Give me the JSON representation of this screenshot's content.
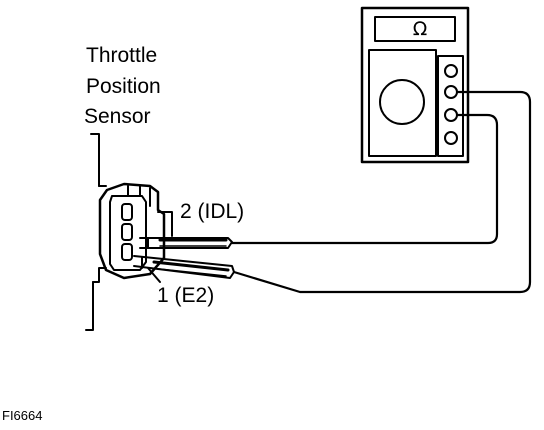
{
  "diagram": {
    "sensor_title_lines": [
      "Throttle",
      "Position",
      "Sensor"
    ],
    "terminal_labels": {
      "idl": "2 (IDL)",
      "e2": "1 (E2)"
    },
    "meter_symbol": "Ω",
    "figure_code": "FI6664"
  }
}
